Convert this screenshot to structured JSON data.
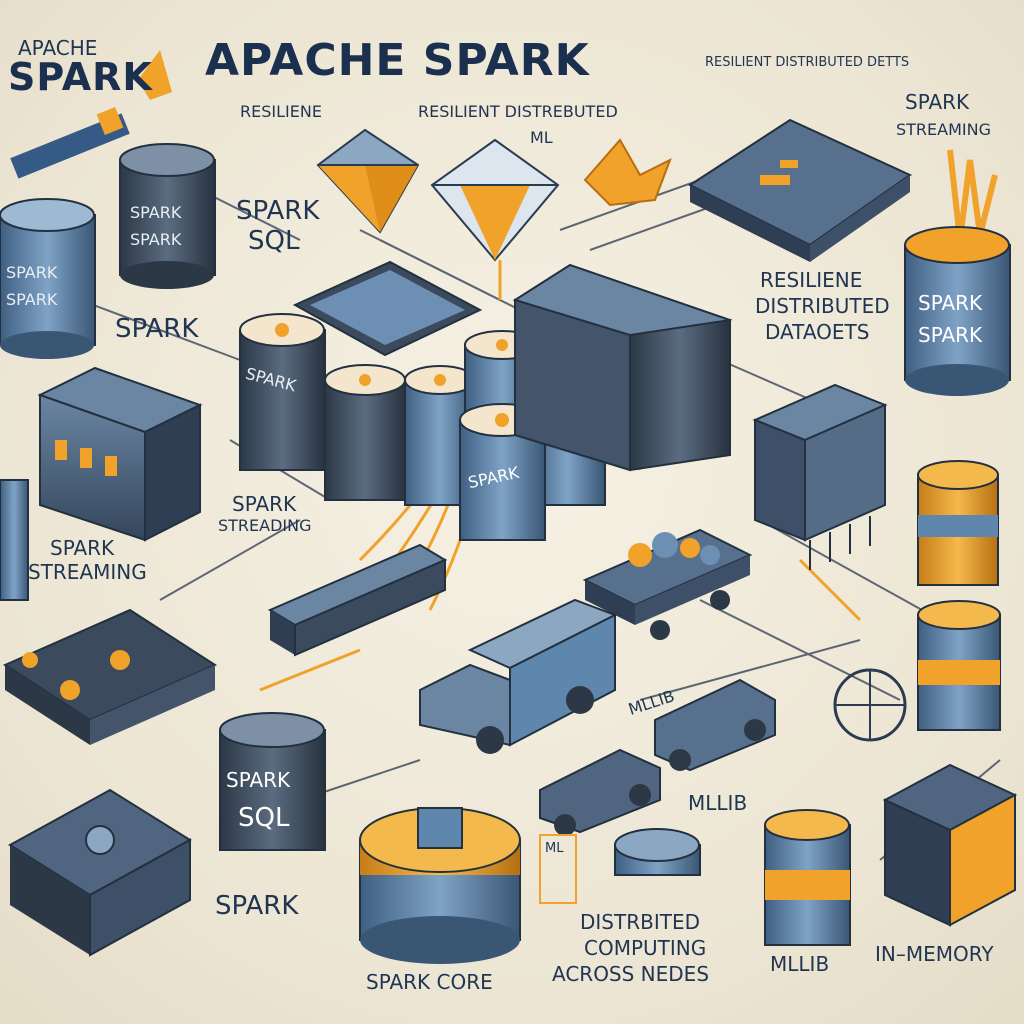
{
  "colors": {
    "background": "#efe9d9",
    "navy": "#1f3552",
    "steel_blue": "#5f86ad",
    "dark_slate": "#3b4a5c",
    "orange": "#f0a22a"
  },
  "labels": {
    "title": "APACHE SPARK",
    "logo_line1": "APACHE",
    "logo_line2": "SPARK",
    "top_right": "RESILIENT DISTRIBUTED DETTS",
    "resiliene_top": "RESILIENE",
    "resilient_distrebuted": "RESILIENT DISTREBUTED",
    "ml_top": "ML",
    "spark_streaming_top_right_1": "SPARK",
    "spark_streaming_top_right_2": "STREAMING",
    "spark_sql_top_1": "SPARK",
    "spark_sql_top_2": "SQL",
    "rdd_right_1": "RESILIENE",
    "rdd_right_2": "DISTRIBUTED",
    "rdd_right_3": "DATAOETS",
    "spark_left_middle": "SPARK",
    "spark_streaming_center_1": "SPARK",
    "spark_streaming_center_2": "STREADING",
    "spark_streaming_left_1": "SPARK",
    "spark_streaming_left_2": "STREAMING",
    "mllib_center": "MLLIB",
    "mllib_lower": "MLLIB",
    "ml_small": "ML",
    "spark_bottom_left": "SPARK",
    "spark_core": "SPARK CORE",
    "distributed_1": "DISTRBITED",
    "distributed_2": "COMPUTING",
    "distributed_3": "ACROSS NEDES",
    "mllib_bottom": "MLLIB",
    "in_memory": "IN–MEMORY",
    "drum_top_left_1": "SPARK",
    "drum_top_left_2": "SPARK",
    "drum_left_1": "SPARK",
    "drum_left_2": "SPARK",
    "drum_right_1": "SPARK",
    "drum_right_2": "SPARK",
    "drum_center": "SPARK",
    "drum_left_center": "SPARK",
    "drum_bottom": "SPARK",
    "drum_bottom_2": "SQL"
  }
}
